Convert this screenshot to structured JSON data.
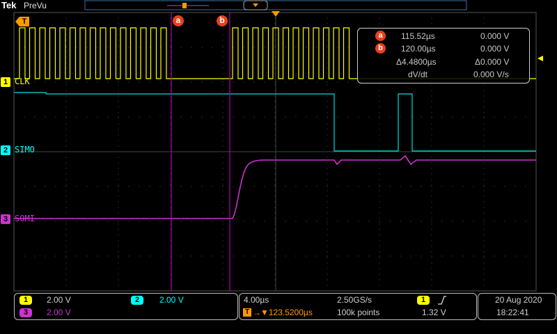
{
  "header": {
    "brand": "Tek",
    "mode": "PreVu",
    "cursor_a_tag": "a",
    "cursor_b_tag": "b"
  },
  "channels": [
    {
      "id": "1",
      "name": "CLK",
      "color": "#ffff00",
      "scale": "2.00 V"
    },
    {
      "id": "2",
      "name": "SIMO",
      "color": "#00ffff",
      "scale": "2.00 V"
    },
    {
      "id": "3",
      "name": "SOMI",
      "color": "#cc33cc",
      "scale": "2.00 V"
    }
  ],
  "trigger_marker": "T",
  "cursor_readout": {
    "a_time": "115.52µs",
    "a_value": "0.000 V",
    "b_time": "120.00µs",
    "b_value": "0.000 V",
    "delta_time": "Δ4.4800µs",
    "delta_value": "Δ0.000 V",
    "dvdt_label": "dV/dt",
    "dvdt_value": "0.000 V/s"
  },
  "timebase": {
    "scale": "4.00µs",
    "position": "▼123.5200µs",
    "sample_rate": "2.50GS/s",
    "record_length": "100k points"
  },
  "trigger": {
    "source": "1",
    "slope_icon": "rising-edge",
    "level": "1.32 V"
  },
  "datetime": {
    "date": "20 Aug 2020",
    "time": "18:22:41"
  },
  "colors": {
    "ch1": "#ffff00",
    "ch2": "#00ffff",
    "ch3": "#cc33cc",
    "cursor": "#b000b0",
    "trigger": "#ff9900",
    "cursor_tag": "#e8401c"
  }
}
